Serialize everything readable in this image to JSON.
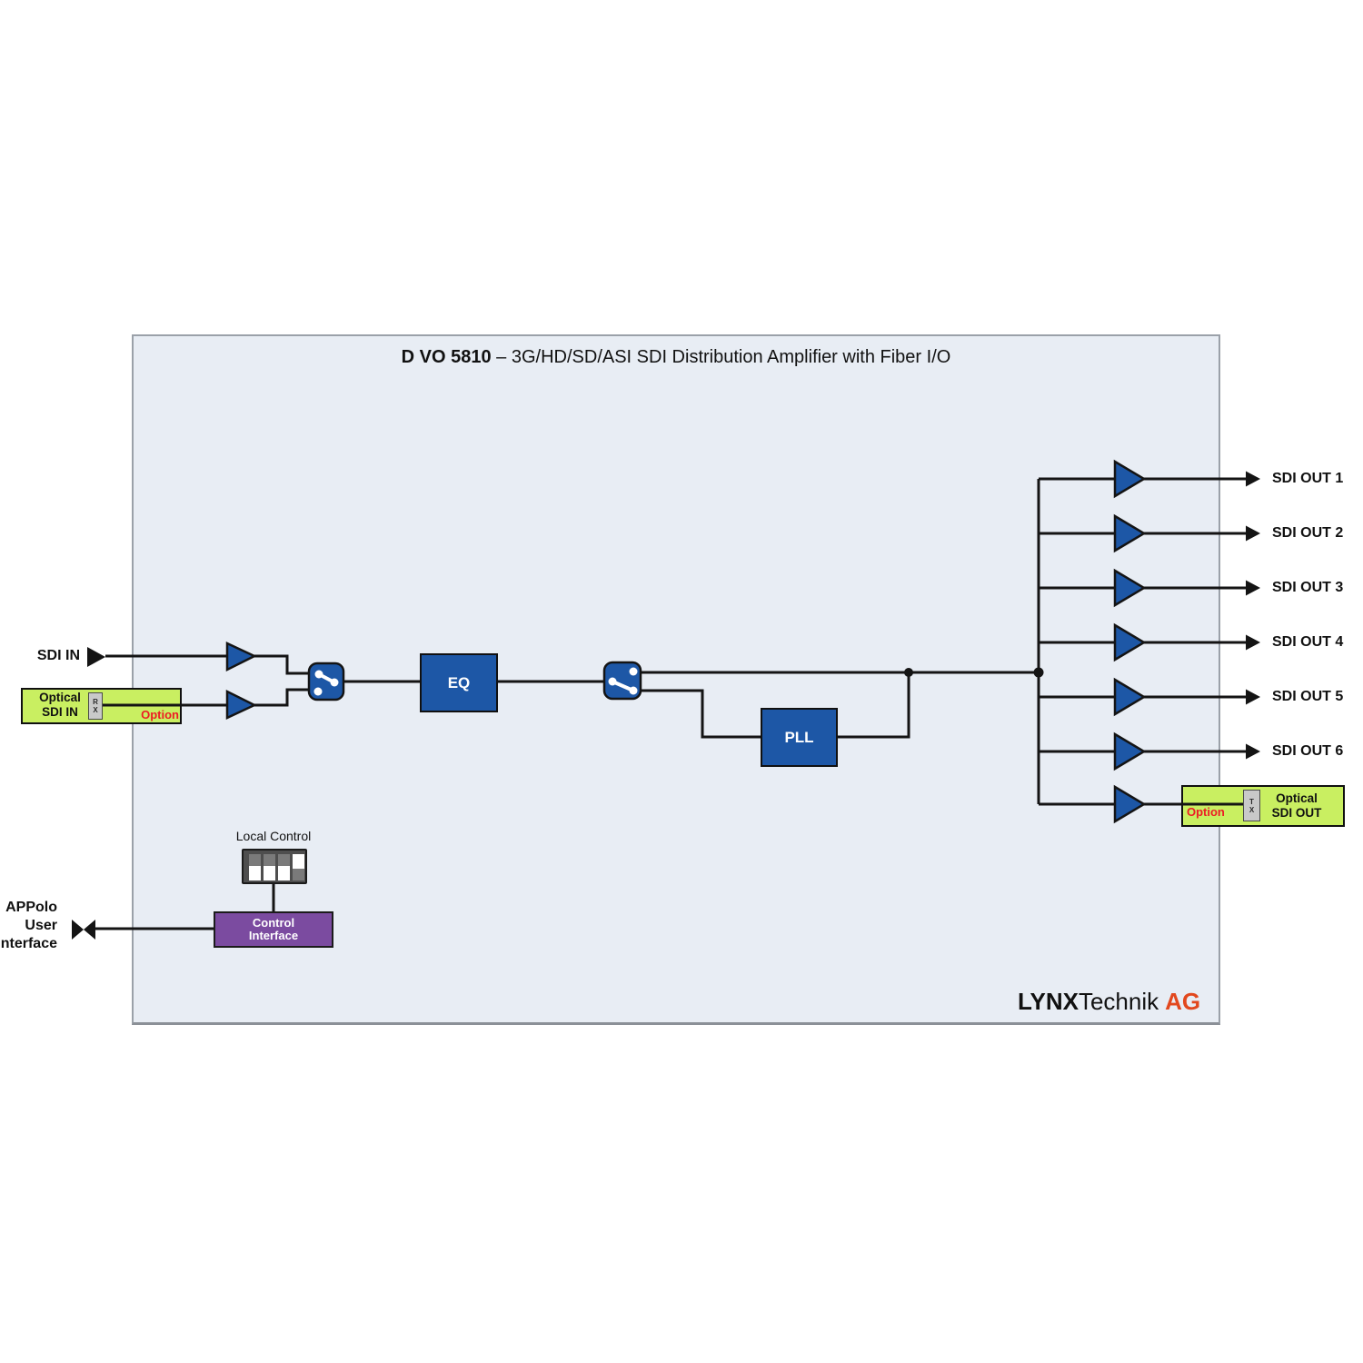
{
  "title": {
    "model": "D VO 5810",
    "rest": "– 3G/HD/SD/ASI SDI Distribution Amplifier with Fiber I/O"
  },
  "input": {
    "sdi_in_label": "SDI IN",
    "optical": {
      "line1": "Optical",
      "line2": "SDI IN",
      "connector_letters": [
        "R",
        "X"
      ],
      "option_label": "Option"
    }
  },
  "blocks": {
    "eq_label": "EQ",
    "pll_label": "PLL"
  },
  "outputs": {
    "labels": [
      "SDI OUT 1",
      "SDI OUT 2",
      "SDI OUT 3",
      "SDI OUT 4",
      "SDI OUT 5",
      "SDI OUT 6"
    ],
    "optical": {
      "line1": "Optical",
      "line2": "SDI OUT",
      "connector_letters": [
        "T",
        "X"
      ],
      "option_label": "Option"
    }
  },
  "control": {
    "local_control_label": "Local Control",
    "interface_line1": "Control",
    "interface_line2": "Interface",
    "external_label_lines": [
      "APPolo",
      "User",
      "Interface"
    ]
  },
  "branding": {
    "lynx": "LYNX",
    "technik": "Technik",
    "ag": "AG"
  },
  "colors": {
    "panel_fill": "#e8edf4",
    "block_blue": "#1d57a6",
    "option_green": "#c9ef61",
    "control_purple": "#7b4ba0",
    "option_red": "#ed1c24",
    "logo_orange": "#e2481e",
    "wire": "#141414"
  },
  "icons": {
    "sdi-in-arrow-icon": "solid black right-pointing triangle",
    "amplifier-icon": "blue right-pointing triangle with black outline",
    "switch-icon": "blue rounded square with white toggle contacts",
    "arrowhead-icon": "solid black right-pointing arrowhead",
    "bidirectional-arrow-icon": "black bowtie double-arrow",
    "dip-switch-icon": "4-position DIP switch block",
    "junction-dot": "black filled circle"
  }
}
